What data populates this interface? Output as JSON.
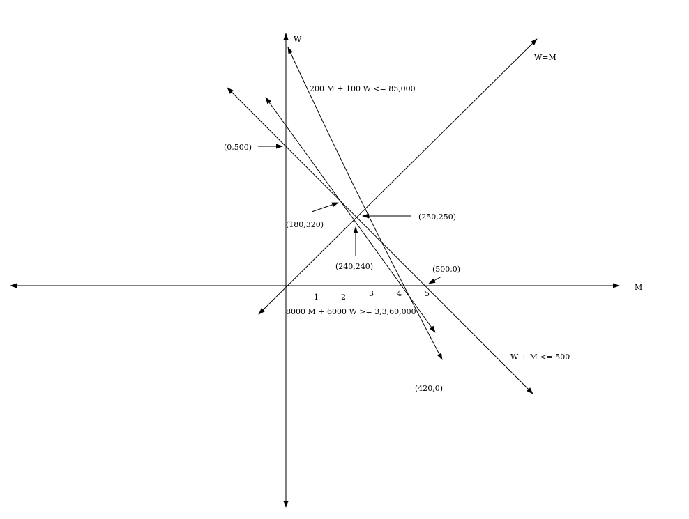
{
  "diagram": {
    "axes": {
      "x_label": "M",
      "y_label": "W"
    },
    "ticks": [
      "1",
      "2",
      "3",
      "4",
      "5"
    ],
    "lines": {
      "w_eq_m": "W=M",
      "budget": "200 M + 100 W <= 85,000",
      "cost": "8000 M + 6000 W >= 3,3,60,000",
      "sum": "W + M <= 500"
    },
    "points": {
      "p_0_500": "(0,500)",
      "p_180_320": "(180,320)",
      "p_250_250": "(250,250)",
      "p_240_240": "(240,240)",
      "p_500_0": "(500,0)",
      "p_420_0": "(420,0)"
    }
  }
}
